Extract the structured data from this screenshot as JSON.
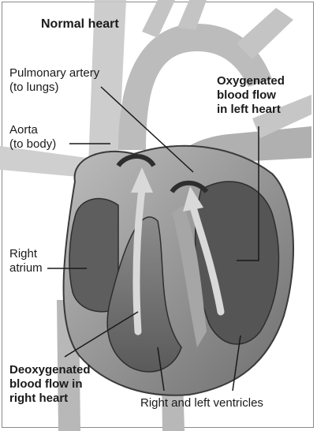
{
  "title": "Normal heart",
  "labels": {
    "pulmonary_artery": "Pulmonary artery\n(to lungs)",
    "aorta": "Aorta\n(to body)",
    "oxygenated": "Oxygenated\nblood flow\nin left heart",
    "right_atrium": "Right\natrium",
    "deoxygenated": "Deoxygenated\nblood flow in\nright heart",
    "ventricles": "Right and left ventricles"
  }
}
